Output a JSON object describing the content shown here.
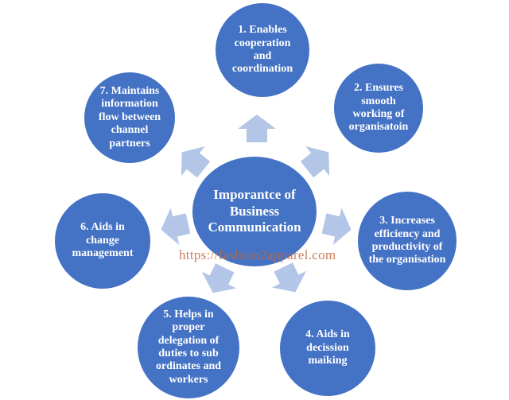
{
  "diagram": {
    "type": "radial-cycle",
    "center_node": {
      "label": "Imporantce of Business Communication"
    },
    "nodes": [
      {
        "label": "1. Enables cooperation and coordination"
      },
      {
        "label": "2. Ensures smooth working of organisatoin"
      },
      {
        "label": "3. Increases efficiency and productivity of the organisation"
      },
      {
        "label": "4. Aids in decission maiking"
      },
      {
        "label": "5. Helps in proper delegation of duties to sub ordinates and workers"
      },
      {
        "label": "6. Aids in change management"
      },
      {
        "label": "7. Maintains information flow between channel partners"
      }
    ],
    "watermark": {
      "text": "https://fashion2apparel.com"
    },
    "colors": {
      "node_fill": "#4472c4",
      "node_text": "#ffffff",
      "arrow_fill": "#b4c6e7",
      "watermark_color": "#c0693f",
      "background": "#ffffff"
    }
  }
}
